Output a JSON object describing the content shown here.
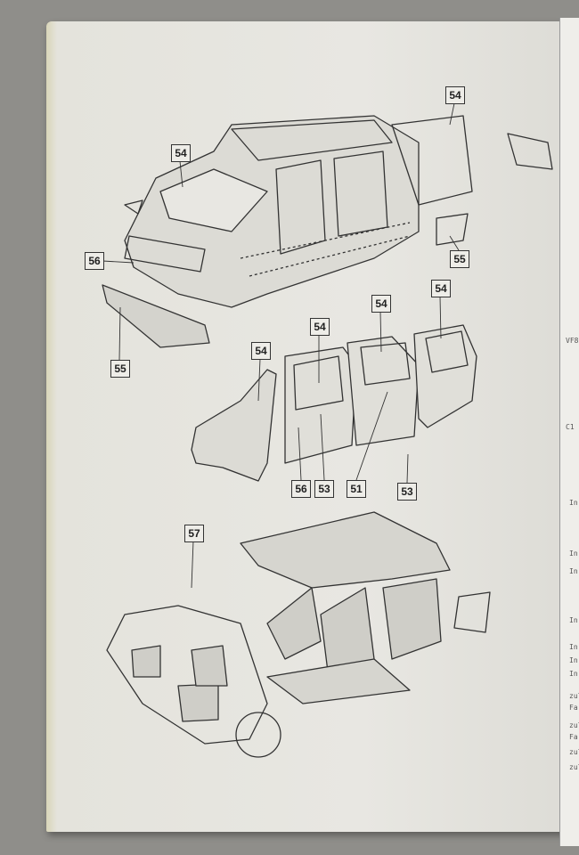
{
  "callouts": [
    "54",
    "54",
    "56",
    "55",
    "55",
    "54",
    "54",
    "54",
    "54",
    "56",
    "53",
    "51",
    "53",
    "57"
  ],
  "next_page_fragments": [
    "VF8",
    "C1",
    "In",
    "In",
    "In",
    "In",
    "In",
    "In",
    "In",
    "zul",
    "Fa",
    "zul",
    "Fa",
    "zul",
    "zul"
  ]
}
